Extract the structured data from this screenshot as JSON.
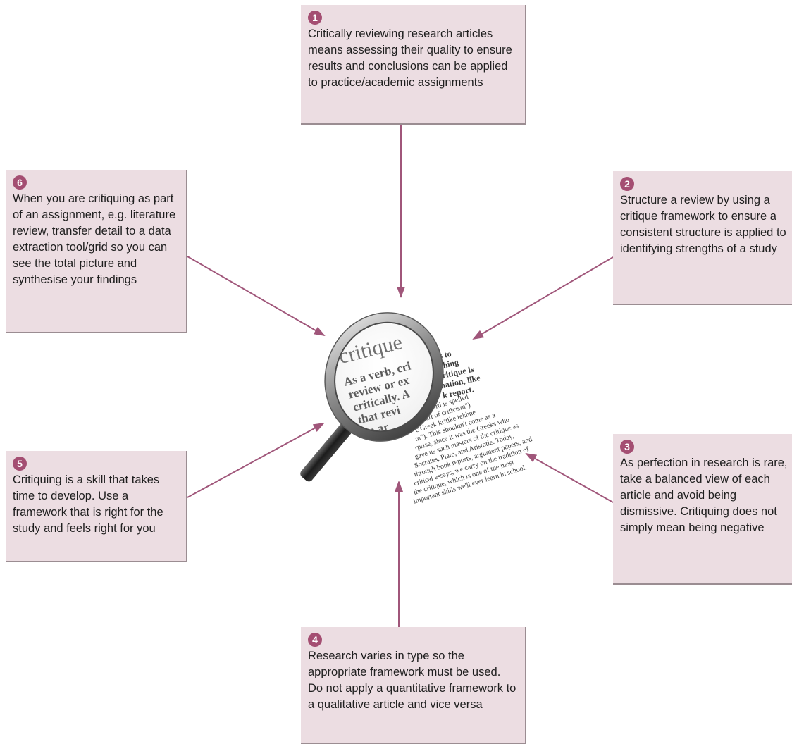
{
  "boxes": [
    {
      "number": "1",
      "text": "Critically reviewing research articles means assessing their quality to ensure results and conclusions can be applied to practice/academic assignments"
    },
    {
      "number": "2",
      "text": "Structure a review by using a critique framework to ensure a consistent structure is applied to identifying strengths of a study"
    },
    {
      "number": "3",
      "text": "As perfection in research is rare, take a balanced view of each article and avoid being dismissive. Critiquing does not simply mean being negative"
    },
    {
      "number": "4",
      "text": "Research varies in type so the appropriate framework must be used. Do not apply a quantitative framework to a qualitative article and vice versa"
    },
    {
      "number": "5",
      "text": "Critiquing is a skill that takes time to develop. Use a framework that is right for the study and feels right for you"
    },
    {
      "number": "6",
      "text": "When you are critiquing as part of an assignment, e.g. literature review, transfer detail to a data extraction tool/grid so you can see the total picture and synthesise your findings"
    }
  ],
  "image": {
    "magnified_word": "critique",
    "magnified_lines": [
      "As a verb, cri",
      "review or ex",
      "critically. A",
      "that revi",
      "an ar"
    ],
    "right_bold_lines": [
      "ns to",
      "ething",
      "critique is",
      "nation, like",
      "k report."
    ],
    "body_lines": [
      "this word is spelled",
      "the art of criticism\")",
      "c Greek kritike tekhne",
      "m\"). This shouldn't come as a",
      "rprise, since it was the Greeks who",
      "gave us such masters of the critique as",
      "Socrates, Plato, and Aristotle. Today,",
      "through book reports, argument papers, and",
      "critical essays, we carry on the tradition of",
      "the critique, which is one of the most",
      "important skills we'll ever learn in school."
    ]
  },
  "colors": {
    "box_fill": "#ecdde2",
    "box_shadow": "#9b8d92",
    "number_badge": "#a44e72",
    "arrow": "#a0567a"
  }
}
